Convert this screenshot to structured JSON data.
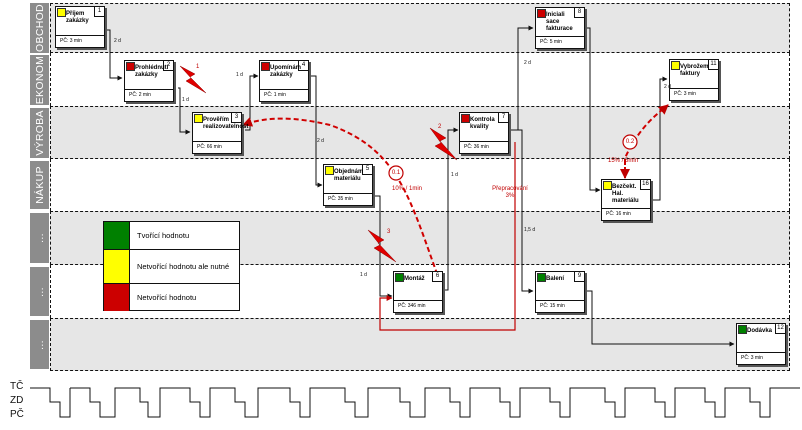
{
  "lanes": [
    {
      "label": "OBCHOD"
    },
    {
      "label": "EKONOM"
    },
    {
      "label": "VÝROBA"
    },
    {
      "label": "NÁKUP"
    },
    {
      "label": "..."
    },
    {
      "label": "..."
    },
    {
      "label": "..."
    }
  ],
  "boxes": [
    {
      "number": "1",
      "name": "Příjem zakázky",
      "pc": "PČ:   3 min",
      "color": "#ffff00"
    },
    {
      "number": "2",
      "name": "Prohlédnutí zakázky",
      "pc": "PČ:   2 min",
      "color": "#cc0000"
    },
    {
      "number": "3",
      "name": "Prověřím realizovatelnost",
      "pc": "PČ:   66 min",
      "color": "#ffff00"
    },
    {
      "number": "4",
      "name": "Upomínám zakázky",
      "pc": "PČ:   1 min",
      "color": "#cc0000"
    },
    {
      "number": "5",
      "name": "Objednám materiálu",
      "pc": "PČ:   35 min",
      "color": "#ffff00"
    },
    {
      "number": "6",
      "name": "Montáž",
      "pc": "PČ:   346 min",
      "color": "#008000"
    },
    {
      "number": "7",
      "name": "Kontrola kvality",
      "pc": "PČ:   36 min",
      "color": "#cc0000"
    },
    {
      "number": "8",
      "name": "Iniciali sace fakturace",
      "pc": "PČ:   5 min",
      "color": "#cc0000"
    },
    {
      "number": "9",
      "name": "Balení",
      "pc": "PČ:   15 min",
      "color": "#008000"
    },
    {
      "number": "16",
      "name": "Bezčekt. Hal. materiálu",
      "pc": "PČ:   16 min",
      "color": "#ffff00"
    },
    {
      "number": "11",
      "name": "Vybrožem faktury",
      "pc": "PČ:   3 min",
      "color": "#ffff00"
    },
    {
      "number": "12",
      "name": "Dodávka",
      "pc": "PČ:   3 min",
      "color": "#008000"
    }
  ],
  "edge_labels": [
    "2 d",
    "1 d",
    "1 d",
    "2 d",
    "1 d",
    "2 d",
    "1 d",
    "1,5 d",
    "2 d"
  ],
  "annotations": {
    "kaizen_1": "1",
    "kaizen_2": "2",
    "kaizen_3": "3",
    "badge_01": "0.1",
    "badge_02": "0.2",
    "note_01": "10% / 1min",
    "note_02": "15% / 5min",
    "note_rework": "Přepracování 3%"
  },
  "legend": [
    {
      "text": "Tvořící hodnotu",
      "color": "#008000"
    },
    {
      "text": "Netvořící hodnotu ale nutné",
      "color": "#ffff00"
    },
    {
      "text": "Netvořící hodnotu",
      "color": "#cc0000"
    }
  ],
  "timeline": {
    "labels": [
      "TČ",
      "ZD",
      "PČ"
    ]
  }
}
